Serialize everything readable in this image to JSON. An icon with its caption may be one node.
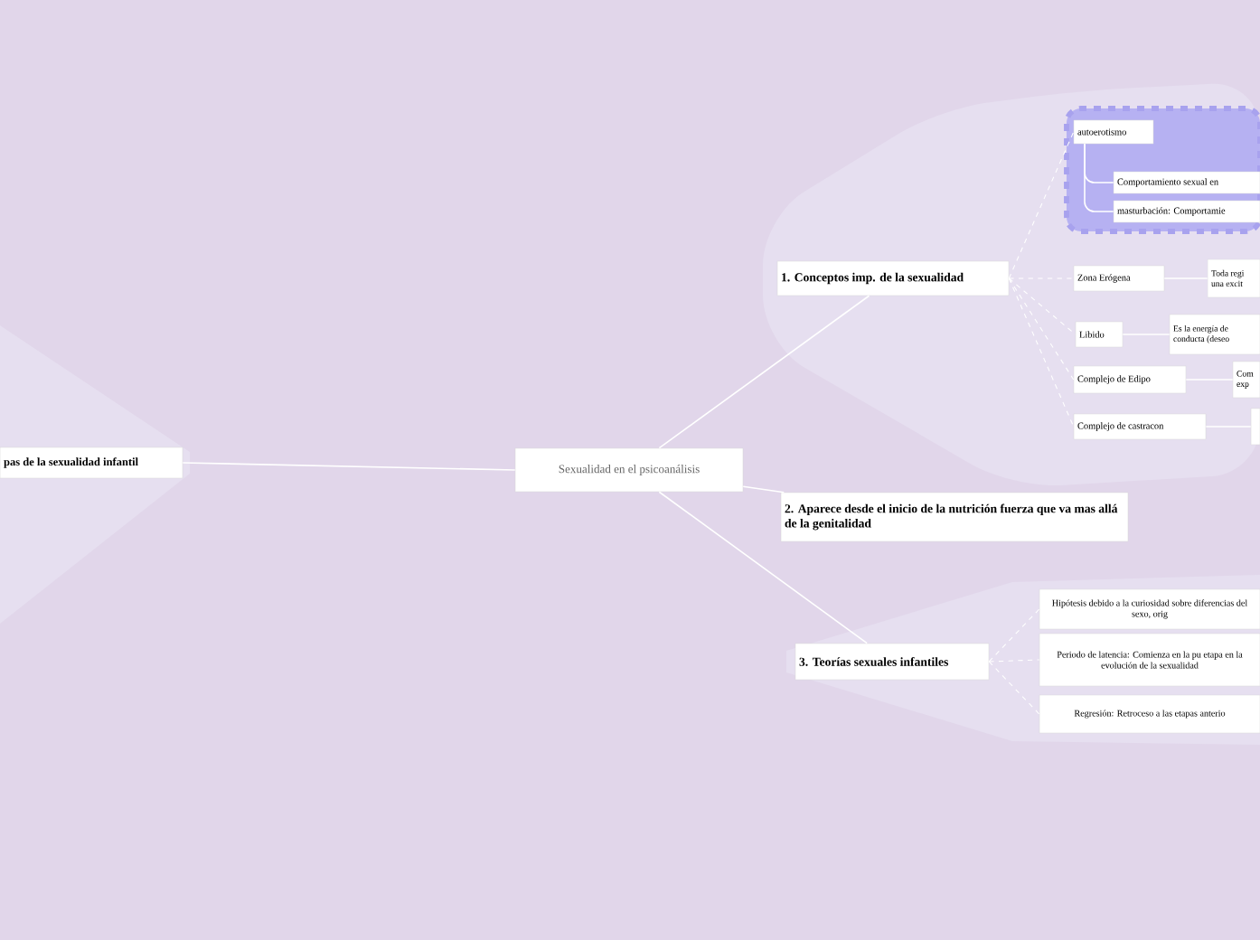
{
  "diagram": {
    "nodes": [
      {
        "text": [
          "Sexualidad en el psicoanálisis"
        ]
      },
      {
        "text": [
          "pas de la sexualidad infantil"
        ]
      },
      {
        "text": [
          "1. Conceptos imp. de la sexualidad"
        ]
      },
      {
        "text": [
          "2. Aparece desde el inicio de la nutrición fuerza que va mas allá de la genitalidad"
        ]
      },
      {
        "text": [
          "3. Teorías sexuales infantiles"
        ]
      },
      {
        "text": [],
        "shape": "box"
      },
      {
        "text": [
          "autoerotismo"
        ],
        "in": 5
      },
      {
        "text": [
          "Comportamiento sexual en"
        ],
        "in": 5
      },
      {
        "text": [
          "masturbación: Comportamie"
        ],
        "in": 5
      },
      {
        "text": [
          "Zona Erógena"
        ]
      },
      {
        "text": [
          "Toda regi una excit"
        ]
      },
      {
        "text": [
          "Libido"
        ]
      },
      {
        "text": [
          "Es la energía de conducta (deseo"
        ]
      },
      {
        "text": [
          "Complejo de Edipo"
        ]
      },
      {
        "text": [
          "Com exp"
        ]
      },
      {
        "text": [
          "Complejo de castracon"
        ]
      },
      {
        "text": [],
        "shape": "box"
      },
      {
        "text": [
          "Hipótesis debido a la curiosidad sobre diferencias del sexo, orig"
        ]
      },
      {
        "text": [
          "Periodo de latencia: Comienza en la pu etapa en la evolución de la sexualidad"
        ]
      },
      {
        "text": [
          "Regresión: Retroceso a las etapas anterio"
        ]
      }
    ],
    "edges": [
      {
        "from": 0,
        "to": 1,
        "arrow": "none"
      },
      {
        "from": 0,
        "to": 2,
        "arrow": "none"
      },
      {
        "from": 0,
        "to": 3,
        "arrow": "none"
      },
      {
        "from": 0,
        "to": 4,
        "arrow": "none"
      },
      {
        "from": 2,
        "to": 6,
        "arrow": "none",
        "style": "dashed"
      },
      {
        "from": 6,
        "to": 7,
        "arrow": "none"
      },
      {
        "from": 6,
        "to": 8,
        "arrow": "none"
      },
      {
        "from": 2,
        "to": 9,
        "arrow": "none",
        "style": "dashed"
      },
      {
        "from": 2,
        "to": 11,
        "arrow": "none",
        "style": "dashed"
      },
      {
        "from": 2,
        "to": 13,
        "arrow": "none",
        "style": "dashed"
      },
      {
        "from": 2,
        "to": 15,
        "arrow": "none",
        "style": "dashed"
      },
      {
        "from": 9,
        "to": 10,
        "arrow": "none"
      },
      {
        "from": 11,
        "to": 12,
        "arrow": "none"
      },
      {
        "from": 13,
        "to": 14,
        "arrow": "none"
      },
      {
        "from": 15,
        "to": 16,
        "arrow": "none"
      },
      {
        "from": 4,
        "to": 17,
        "arrow": "none",
        "style": "dashed"
      },
      {
        "from": 4,
        "to": 18,
        "arrow": "none",
        "style": "dashed"
      },
      {
        "from": 4,
        "to": 19,
        "arrow": "none",
        "style": "dashed"
      }
    ]
  }
}
